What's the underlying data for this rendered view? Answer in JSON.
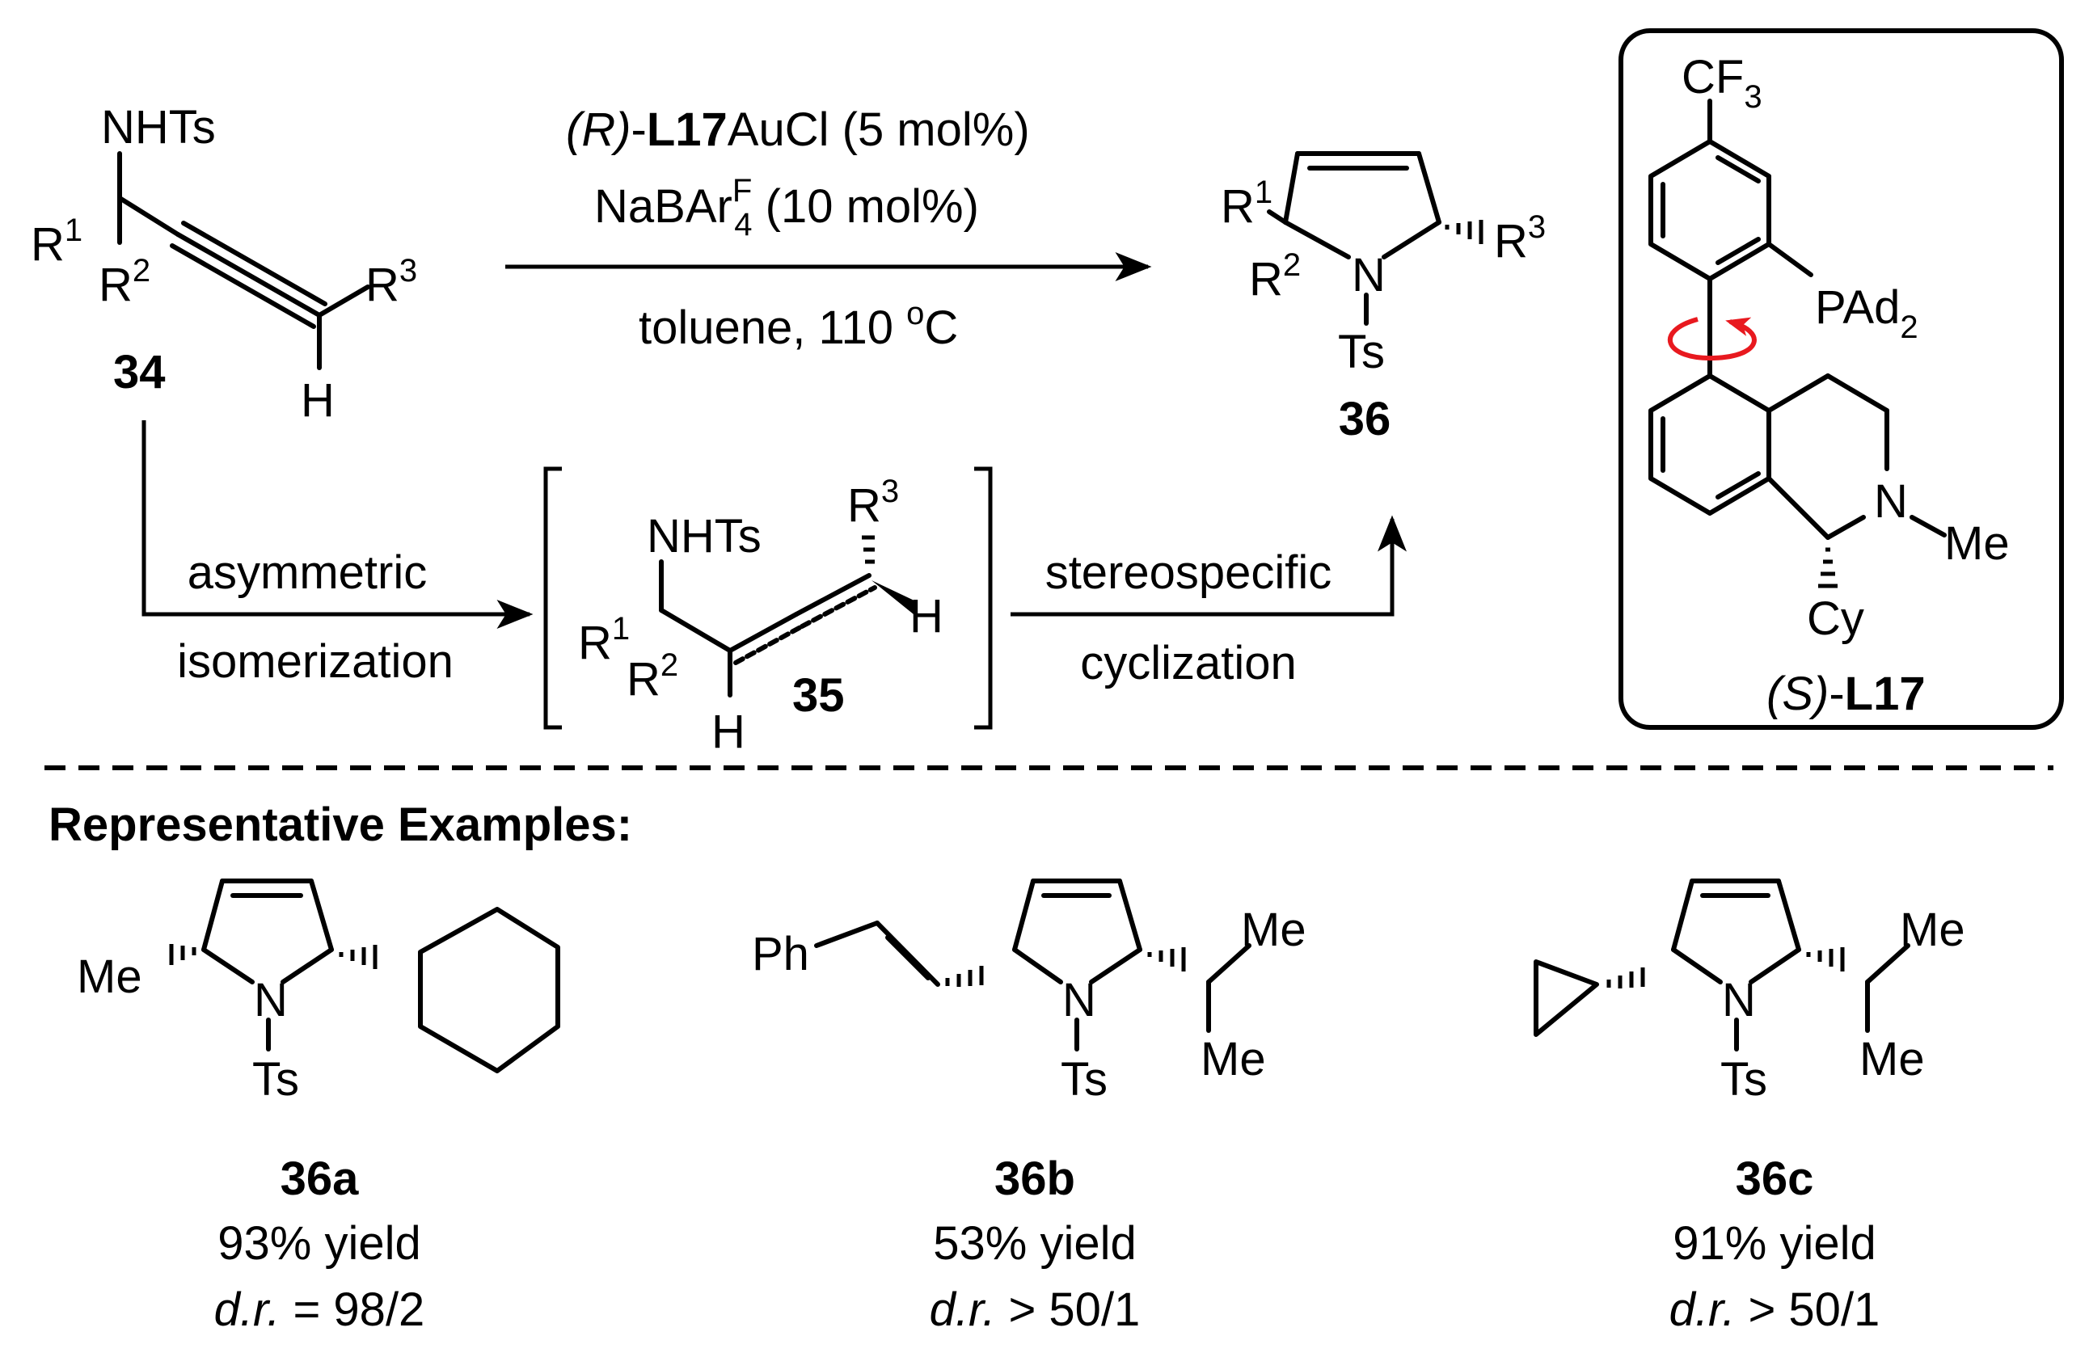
{
  "reaction": {
    "substrate": {
      "nhts": "NHTs",
      "r1": "R",
      "r1_sup": "1",
      "r2": "R",
      "r2_sup": "2",
      "r3": "R",
      "r3_sup": "3",
      "h": "H",
      "id": "34"
    },
    "conditions": {
      "catalyst_prefix": "(R)",
      "catalyst_dash": "-",
      "catalyst_bold": "L17",
      "catalyst_suffix": "AuCl (5 mol%)",
      "additive_main": "NaBAr",
      "additive_sup": "F",
      "additive_sub": "4",
      "additive_rest": " (10 mol%)",
      "solvent": "toluene, 110 ",
      "temp_sup": "o",
      "temp_unit": "C"
    },
    "product": {
      "r1": "R",
      "r1_sup": "1",
      "r2": "R",
      "r2_sup": "2",
      "r3": "R",
      "r3_sup": "3",
      "n": "N",
      "ts": "Ts",
      "id": "36"
    },
    "intermediate": {
      "nhts": "NHTs",
      "r1": "R",
      "r1_sup": "1",
      "r2": "R",
      "r2_sup": "2",
      "r3": "R",
      "r3_sup": "3",
      "h_top": "H",
      "h_bottom": "H",
      "id": "35"
    },
    "step1_line1": "asymmetric",
    "step1_line2": "isomerization",
    "step2_line1": "stereospecific",
    "step2_line2": "cyclization"
  },
  "ligand": {
    "cf3": "CF",
    "cf3_sub": "3",
    "pad": "PAd",
    "pad_sub": "2",
    "n": "N",
    "me": "Me",
    "cy": "Cy",
    "name_prefix": "(S)",
    "name_dash": "-",
    "name_bold": "L17",
    "arrow_color": "#e8191f"
  },
  "examples_heading": "Representative Examples:",
  "examples": [
    {
      "id": "36a",
      "me": "Me",
      "n": "N",
      "ts": "Ts",
      "yield": "93% yield",
      "dr_italic": "d.r.",
      "dr_value": " = 98/2"
    },
    {
      "id": "36b",
      "ph": "Ph",
      "n": "N",
      "ts": "Ts",
      "me1": "Me",
      "me2": "Me",
      "yield": "53% yield",
      "dr_italic": "d.r.",
      "dr_value": " > 50/1"
    },
    {
      "id": "36c",
      "n": "N",
      "ts": "Ts",
      "me1": "Me",
      "me2": "Me",
      "yield": "91% yield",
      "dr_italic": "d.r.",
      "dr_value": " > 50/1"
    }
  ]
}
